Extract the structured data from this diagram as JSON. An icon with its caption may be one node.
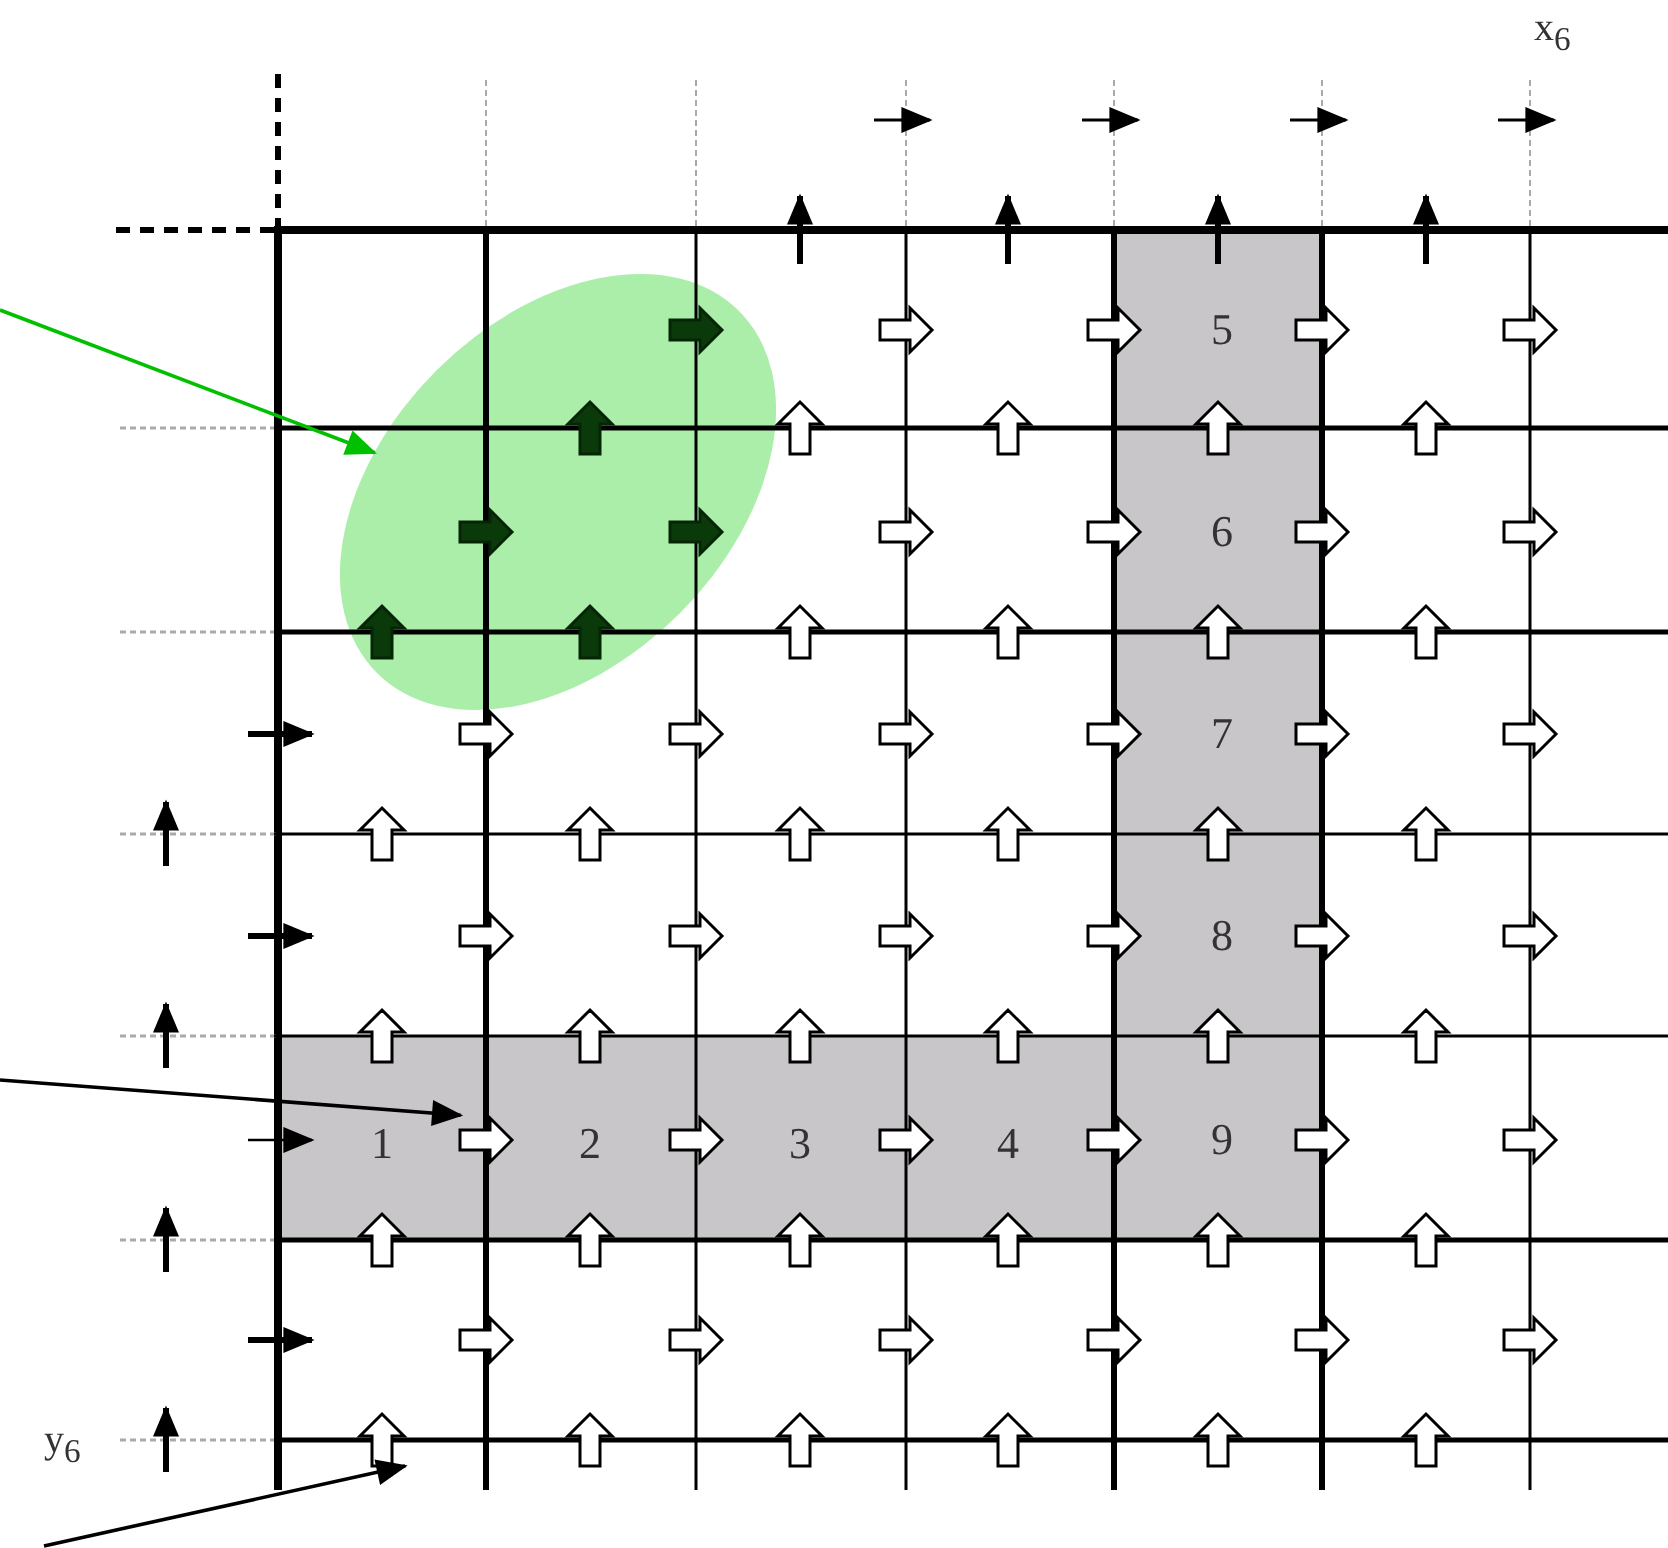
{
  "diagram": {
    "nodes": [
      {
        "text": [],
        "shape": "ellipse"
      },
      {
        "text": [],
        "shape": "arrow"
      },
      {
        "text": [],
        "shape": "arrow"
      }
    ],
    "edges": [
      {
        "from": null,
        "to": 0,
        "arrow": "to",
        "color": "#00c000"
      },
      {
        "from": null,
        "to": 1,
        "arrow": "to"
      },
      {
        "from": null,
        "to": 2,
        "arrow": "to"
      }
    ],
    "labels": [
      "x$_{6}$",
      "5",
      "6",
      "7",
      "8",
      "1",
      "2",
      "3",
      "4",
      "9",
      "y$_{6}$"
    ]
  }
}
